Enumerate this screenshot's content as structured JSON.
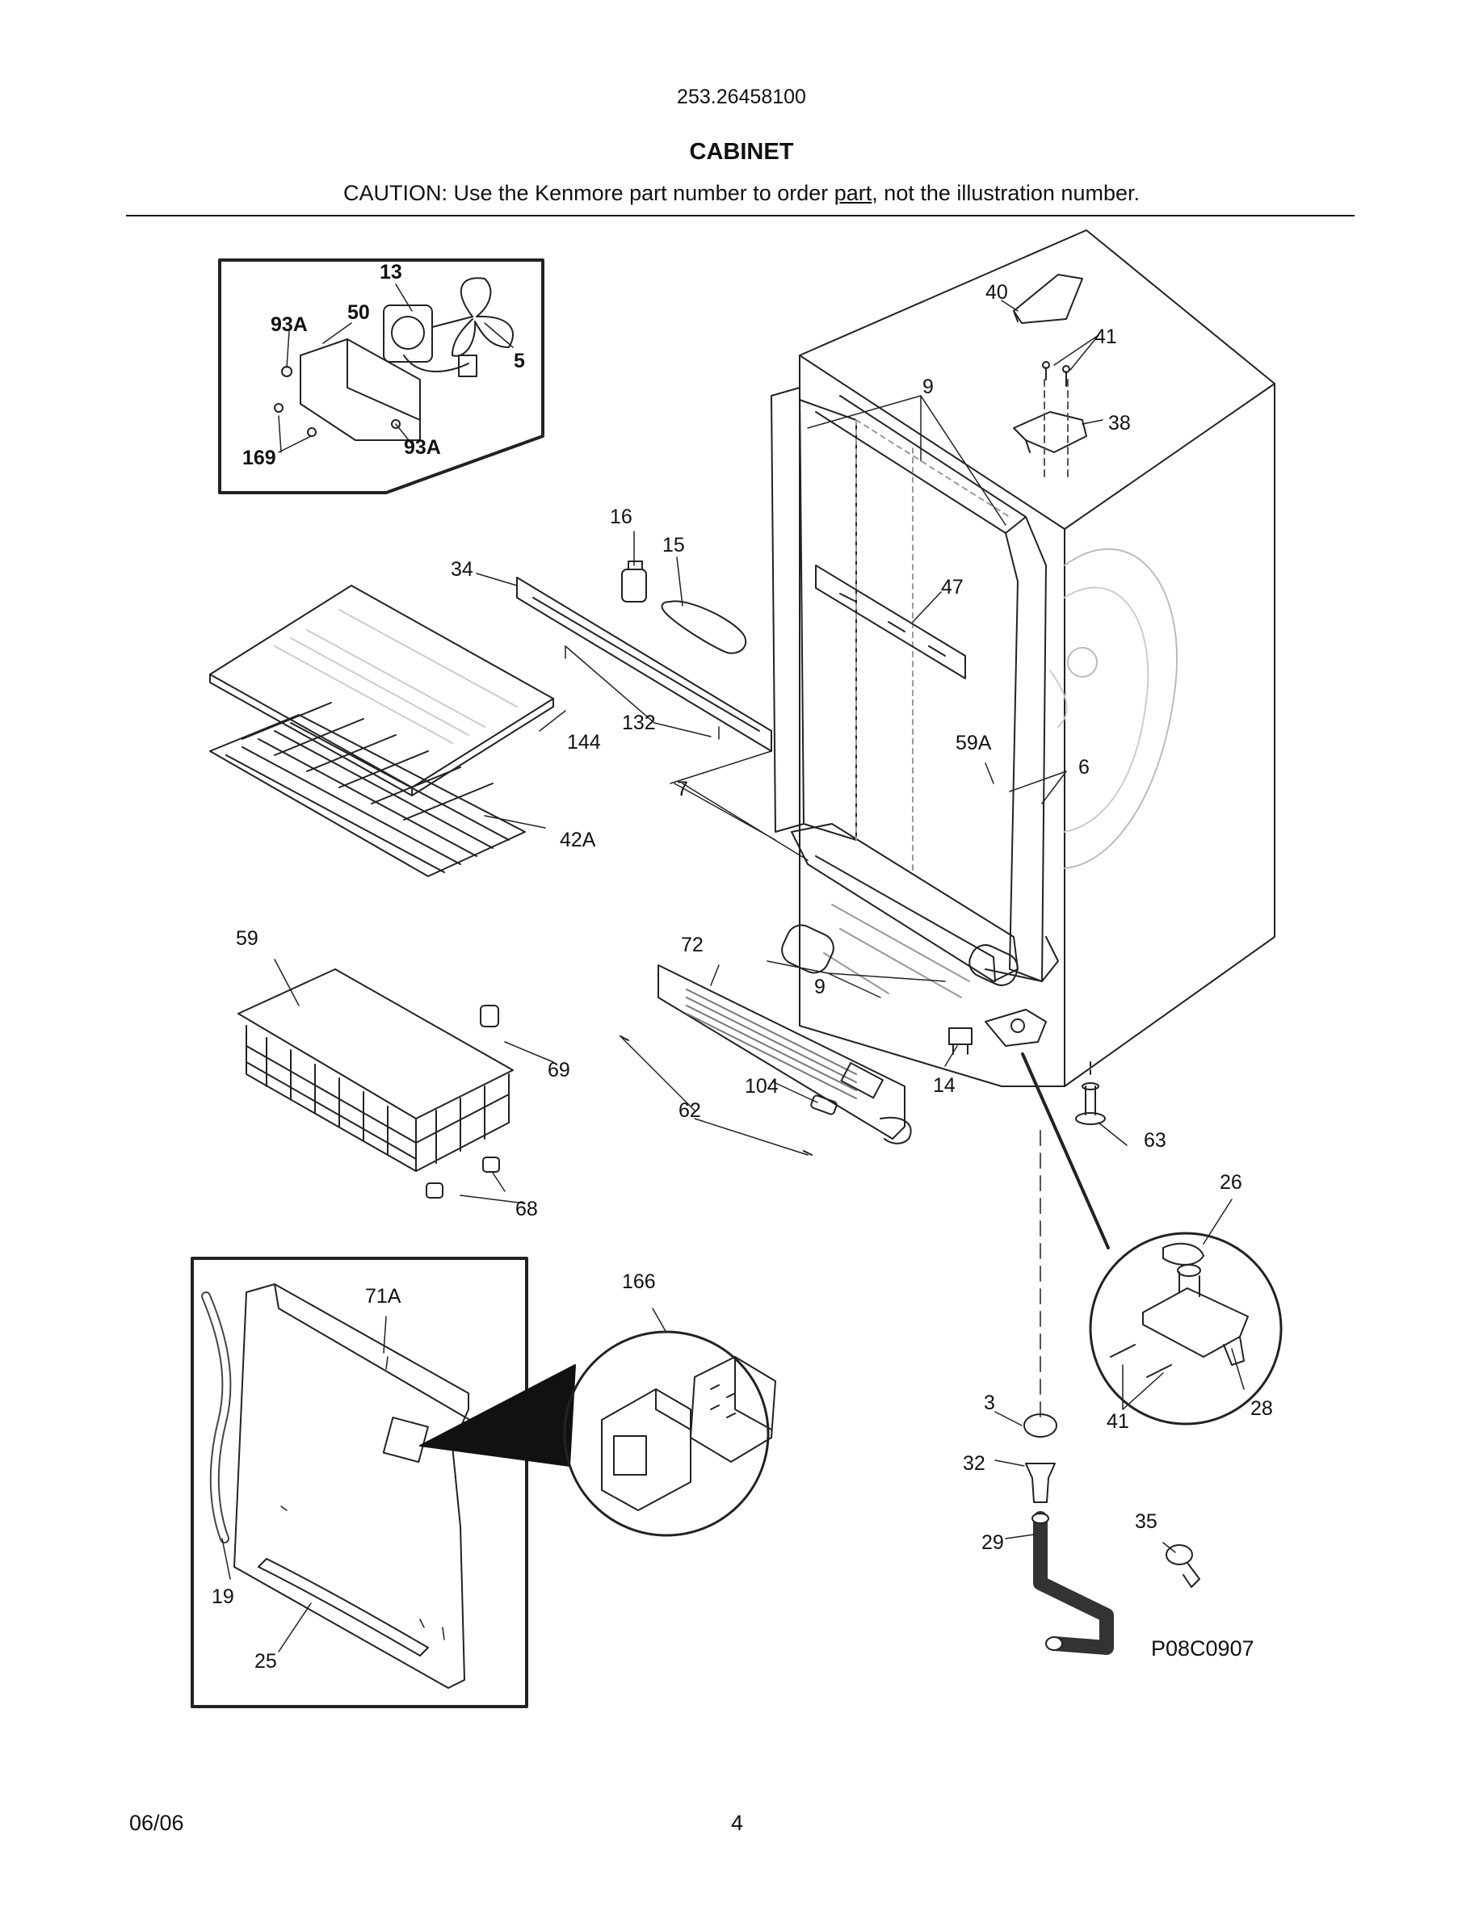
{
  "header": {
    "model_number": "253.26458100",
    "title": "CABINET",
    "caution_prefix": "CAUTION: Use the Kenmore part number to order ",
    "caution_underlined": "part",
    "caution_suffix": ", not the illustration number."
  },
  "diagram": {
    "drawing_code": "P08C0907",
    "callouts": [
      "13",
      "93A",
      "50",
      "5",
      "169",
      "93A",
      "40",
      "41",
      "9",
      "38",
      "16",
      "15",
      "34",
      "47",
      "132",
      "144",
      "7",
      "59A",
      "6",
      "42A",
      "59",
      "72",
      "9",
      "69",
      "104",
      "14",
      "62",
      "63",
      "68",
      "26",
      "166",
      "71A",
      "41",
      "28",
      "3",
      "32",
      "35",
      "29",
      "19",
      "25"
    ]
  },
  "footer": {
    "date": "06/06",
    "page_number": "4"
  }
}
